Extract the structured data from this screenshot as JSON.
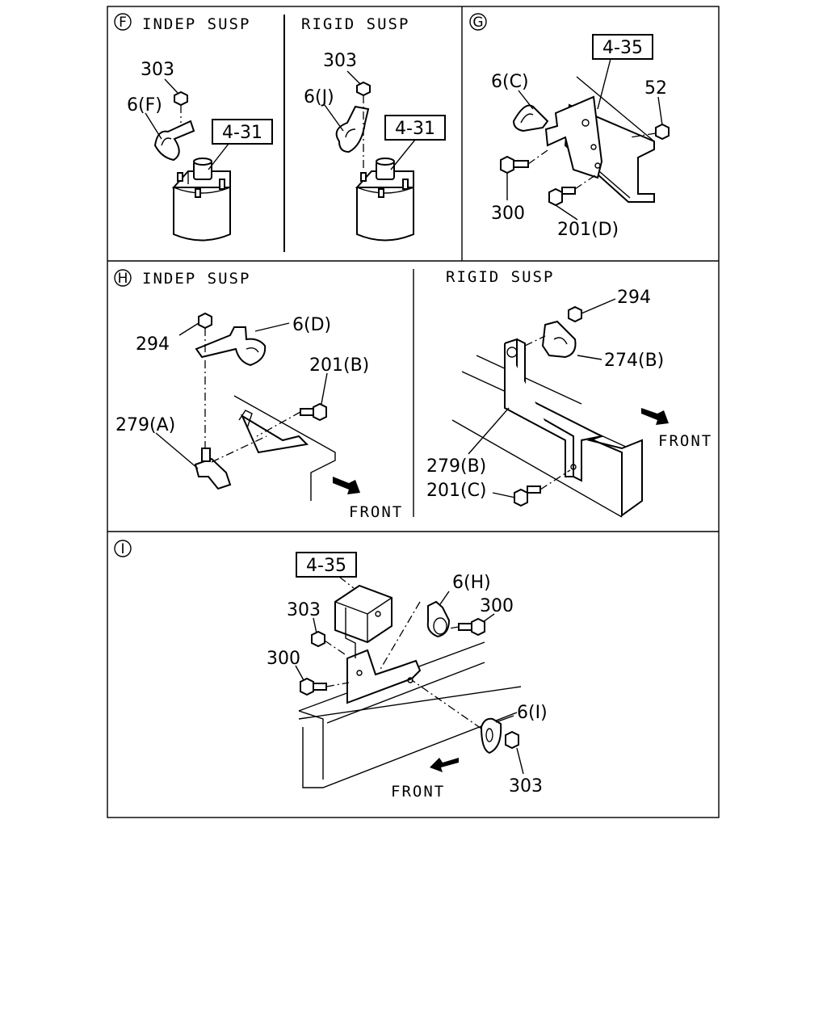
{
  "sections": {
    "F": {
      "marker": "F",
      "indep_header": "INDEP SUSP",
      "rigid_header": "RIGID SUSP",
      "indep_labels": {
        "nut": "303",
        "clip": "6(F)",
        "ref": "4-31"
      },
      "rigid_labels": {
        "nut": "303",
        "clip": "6(J)",
        "ref": "4-31"
      }
    },
    "G": {
      "marker": "G",
      "labels": {
        "ref": "4-35",
        "clip": "6(C)",
        "nut": "52",
        "bolt_small": "300",
        "bolt_large": "201(D)"
      }
    },
    "H": {
      "marker": "H",
      "indep_header": "INDEP SUSP",
      "rigid_header": "RIGID SUSP",
      "indep_labels": {
        "nut": "294",
        "clip": "6(D)",
        "bolt": "201(B)",
        "bracket": "279(A)",
        "front": "FRONT"
      },
      "rigid_labels": {
        "nut": "294",
        "clip": "274(B)",
        "bracket": "279(B)",
        "bolt": "201(C)",
        "front": "FRONT"
      }
    },
    "I": {
      "marker": "I",
      "labels": {
        "ref": "4-35",
        "clip_h": "6(H)",
        "bolt_right": "300",
        "nut_left": "303",
        "bolt_left": "300",
        "clip_i": "6(I)",
        "nut_bottom": "303",
        "front": "FRONT"
      }
    }
  }
}
